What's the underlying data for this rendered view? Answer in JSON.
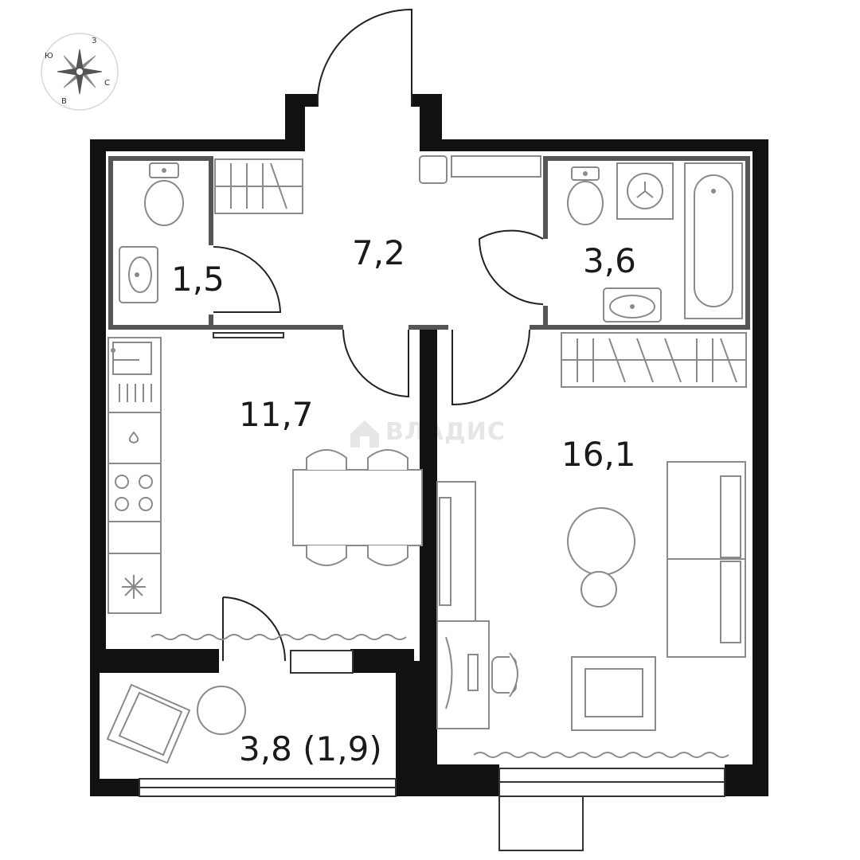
{
  "rooms": {
    "bathroom_small": "1,5",
    "hall": "7,2",
    "bathroom": "3,6",
    "kitchen": "11,7",
    "living": "16,1",
    "balcony": "3,8 (1,9)"
  },
  "compass": {
    "north": "С",
    "south": "Ю",
    "west": "З",
    "east": "В"
  },
  "watermark": "ВЛАДИС",
  "colors": {
    "wall": "#111111",
    "furniture": "#8a8a8a",
    "background": "#ffffff"
  }
}
